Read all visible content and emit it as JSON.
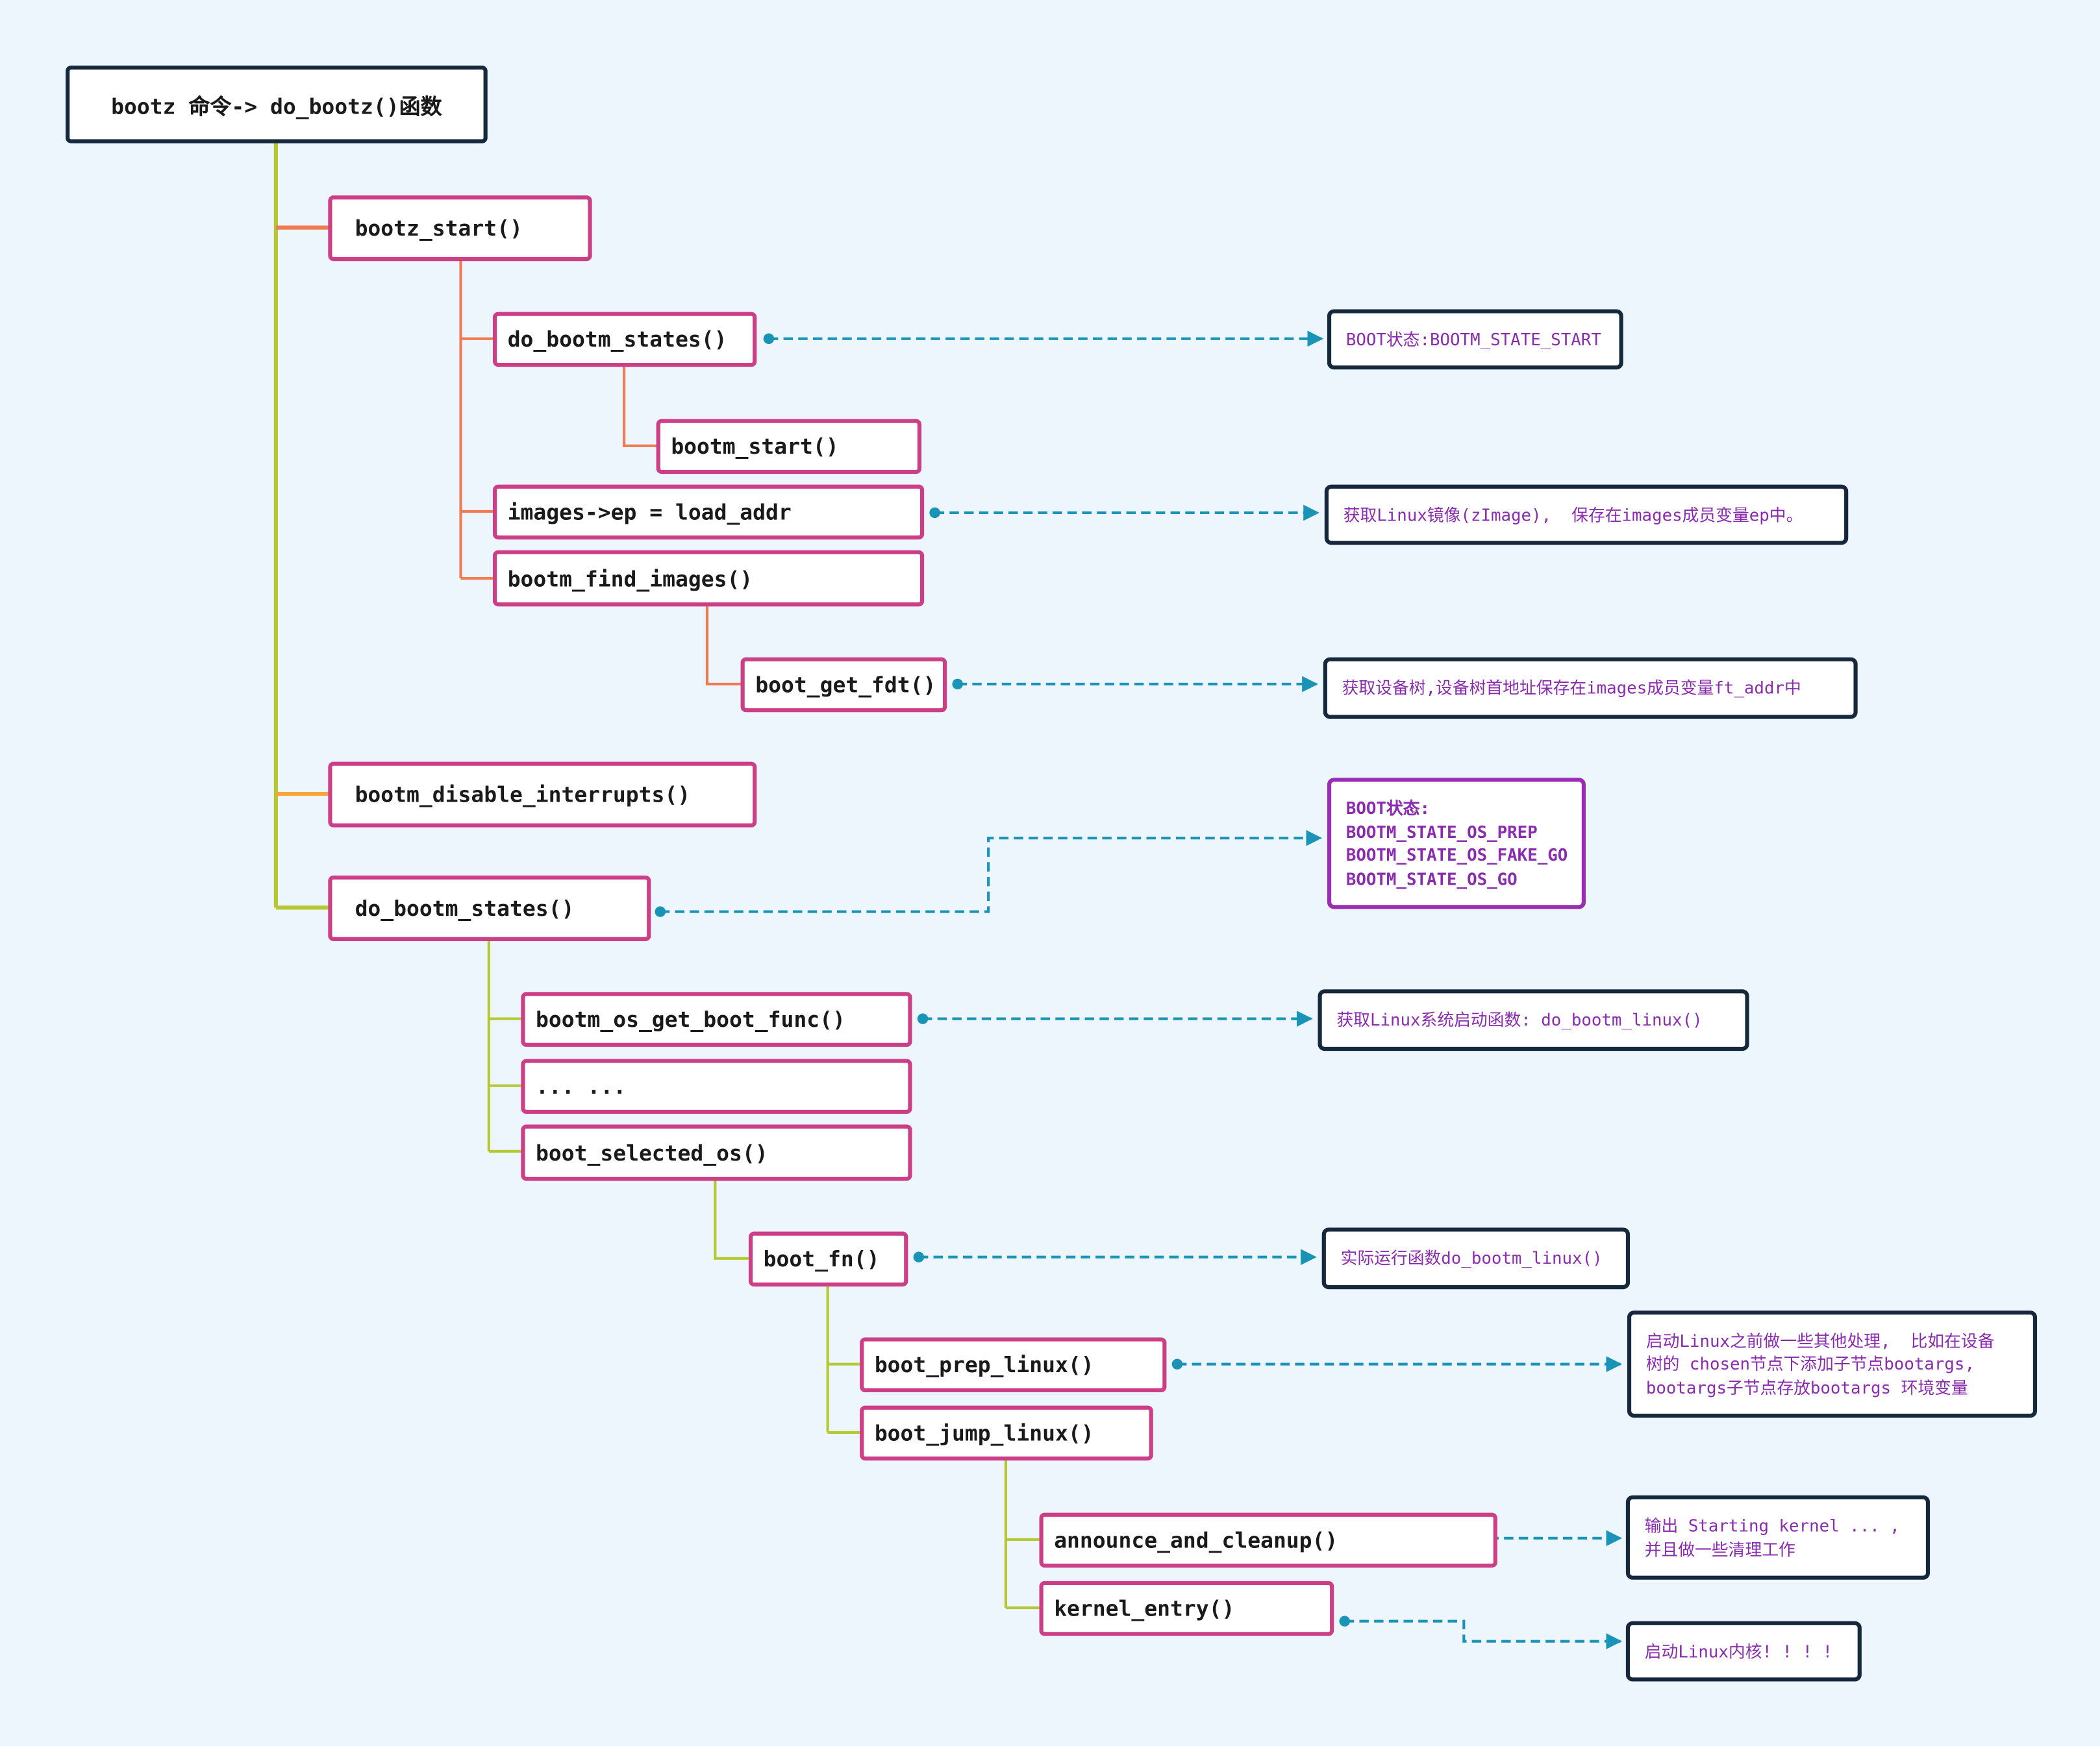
{
  "nodes": {
    "root": "bootz 命令-> do_bootz()函数",
    "bootz_start": "bootz_start()",
    "do_bootm_states_1": "do_bootm_states()",
    "bootm_start": "bootm_start()",
    "images_ep": "images->ep = load_addr",
    "bootm_find_images": "bootm_find_images()",
    "boot_get_fdt": "boot_get_fdt()",
    "bootm_disable_interrupts": "bootm_disable_interrupts()",
    "do_bootm_states_2": "do_bootm_states()",
    "bootm_os_get_boot_func": "bootm_os_get_boot_func()",
    "ellipsis": "... ...",
    "boot_selected_os": "boot_selected_os()",
    "boot_fn": "boot_fn()",
    "boot_prep_linux": "boot_prep_linux()",
    "boot_jump_linux": "boot_jump_linux()",
    "announce_and_cleanup": "announce_and_cleanup()",
    "kernel_entry": "kernel_entry()"
  },
  "notes": {
    "boot_state_start": [
      "BOOT状态:BOOTM_STATE_START"
    ],
    "get_linux_image": [
      "获取Linux镜像(zImage),  保存在images成员变量ep中。"
    ],
    "get_fdt": [
      "获取设备树,设备树首地址保存在images成员变量ft_addr中"
    ],
    "boot_state_os": [
      "BOOT状态:",
      "BOOTM_STATE_OS_PREP",
      "BOOTM_STATE_OS_FAKE_GO",
      "BOOTM_STATE_OS_GO"
    ],
    "get_boot_func": [
      "获取Linux系统启动函数: do_bootm_linux()"
    ],
    "run_boot_fn": [
      "实际运行函数do_bootm_linux()"
    ],
    "prep_linux": [
      "启动Linux之前做一些其他处理,  比如在设备",
      "树的 chosen节点下添加子节点bootargs,",
      "bootargs子节点存放bootargs 环境变量"
    ],
    "announce": [
      "输出 Starting kernel ... ,",
      "并且做一些清理工作"
    ],
    "start_kernel": [
      "启动Linux内核! ! ! !"
    ]
  },
  "colors": {
    "node_border": "#cc3f86",
    "root_border": "#16283c",
    "note_border": "#16283c",
    "note_highlight_border": "#9b2db5",
    "note_text": "#8a2bb0",
    "branch_green": "#b5c834",
    "branch_orange": "#f07a52",
    "branch_amber": "#f6a63a",
    "dashed_arrow": "#1a93b8"
  }
}
